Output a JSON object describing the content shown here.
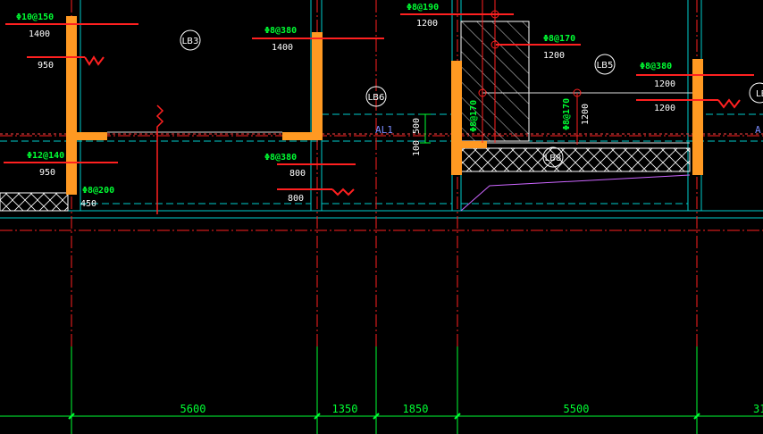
{
  "drawing": {
    "colors": {
      "background": "#000000",
      "wall": "#ff9922",
      "axis": "#ff2020",
      "dimension": "#00ff33",
      "beam_line": "#00cccc",
      "text": "#ffffff",
      "label": "#7b8cff",
      "magenta": "#cc66ff"
    },
    "slab_labels": {
      "lb3": "LB3",
      "lb6": "LB6",
      "lb5": "LB5",
      "lb8": "LB8",
      "lb_edge": "LB"
    },
    "beam_labels": {
      "al1": "AL1",
      "al_edge": "A"
    },
    "rebar": {
      "r1": "Φ10@150",
      "r1_len": "1400",
      "r1_len2": "950",
      "r2": "Φ12@140",
      "r2_len": "950",
      "r3": "Φ8@200",
      "r3_len": "450",
      "r4": "Φ8@380",
      "r4_len": "1400",
      "r5": "Φ8@380",
      "r5_len": "800",
      "r5_len2": "800",
      "r6": "Φ8@190",
      "r6_len": "1200",
      "r7": "Φ8@170",
      "r7_len": "1200",
      "r8": "Φ8@380",
      "r8_len": "1200",
      "r8_len2": "1200",
      "r9_vertical": "Φ8@170",
      "r9_len": "1200",
      "r10_vertical": "Φ8@170"
    },
    "section_dims": {
      "d500": "500",
      "d100": "100"
    },
    "dimensions": [
      "5600",
      "1350",
      "1850",
      "5500",
      "31"
    ]
  }
}
